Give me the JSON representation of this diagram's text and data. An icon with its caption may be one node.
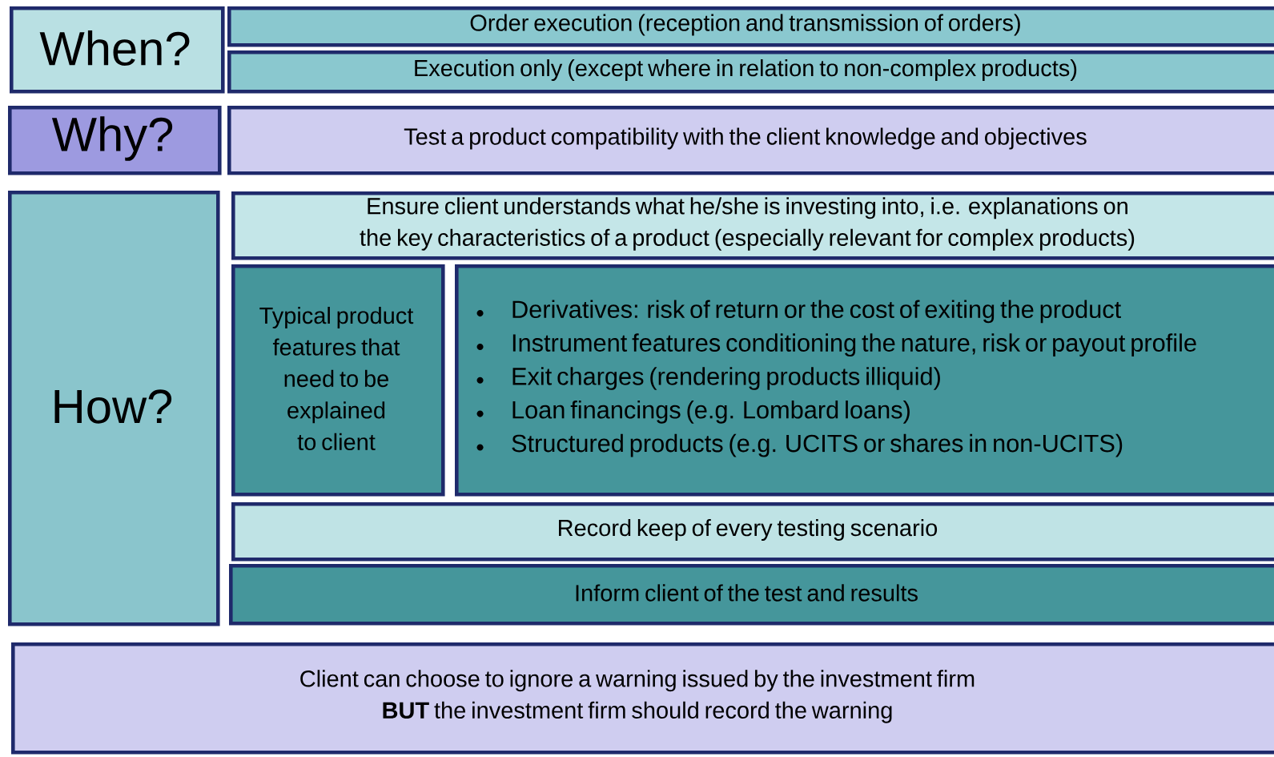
{
  "diagram": {
    "nodes": [
      {
        "text": [
          "When?"
        ]
      },
      {
        "text": [
          "Order execution (reception and transmission of orders)"
        ]
      },
      {
        "text": [
          "Execution only (except where in relation to non-complex products)"
        ]
      },
      {
        "text": [
          "Why?"
        ]
      },
      {
        "text": [
          "Test a product compatibility with the client knowledge and objectives"
        ]
      },
      {
        "text": [
          "How?"
        ]
      },
      {
        "text": [
          "Ensure client understands what he/she is investing into, i.e. explanations on the key characteristics of a product (especially relevant for complex products)"
        ]
      },
      {
        "text": [
          "Typical product features that need to be explained to client"
        ]
      },
      {
        "text": [
          "Derivatives: risk of return or the cost of exiting the product",
          "Instrument features conditioning the nature, risk or payout profile",
          "Exit charges (rendering products illiquid)",
          "Loan financings (e.g. Lombard loans)",
          "Structured products (e.g. UCITS or shares in non-UCITS)"
        ]
      },
      {
        "text": [
          "Record keep of every testing scenario"
        ]
      },
      {
        "text": [
          "Inform client of the test and results"
        ]
      },
      {
        "text": [
          "Client can choose to ignore a warning issued by the investment firm",
          "**BUT** the investment firm should record the warning"
        ]
      }
    ]
  }
}
